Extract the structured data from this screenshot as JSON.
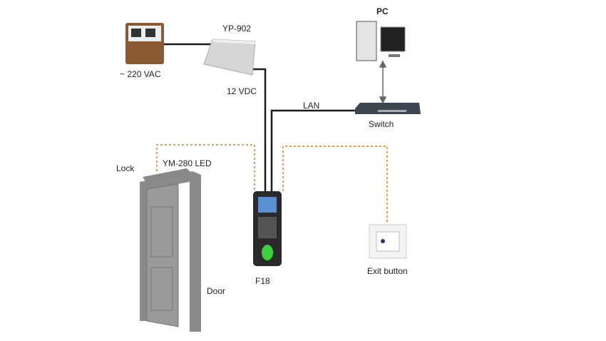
{
  "labels": {
    "pc": "PC",
    "power_supply": "YP-902",
    "ac": "~ 220 VAC",
    "dc": "12 VDC",
    "lan": "LAN",
    "switch": "Switch",
    "lock": "Lock",
    "lock_model": "YM-280 LED",
    "terminal": "F18",
    "exit": "Exit button",
    "door": "Door"
  },
  "colors": {
    "wire": "#1a1a1a",
    "signal_wire": "#e0a050"
  }
}
